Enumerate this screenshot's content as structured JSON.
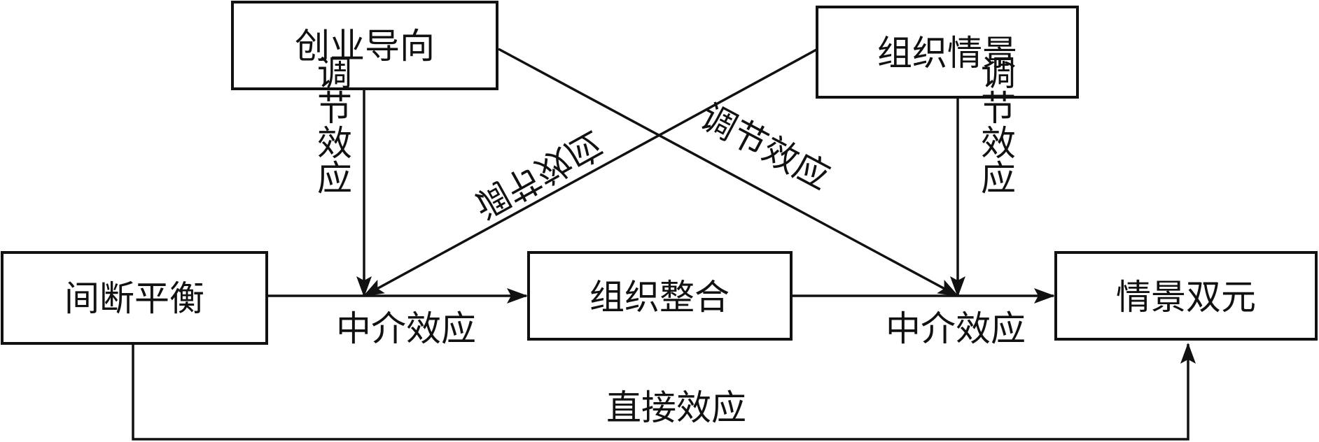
{
  "nodes": {
    "entrepreneurial_orientation": "创业导向",
    "organizational_context": "组织情景",
    "punctuated_equilibrium": "间断平衡",
    "organizational_integration": "组织整合",
    "contextual_ambidexterity": "情景双元"
  },
  "labels": {
    "moderating_effect": "调节效应",
    "mediating_effect": "中介效应",
    "direct_effect": "直接效应"
  }
}
